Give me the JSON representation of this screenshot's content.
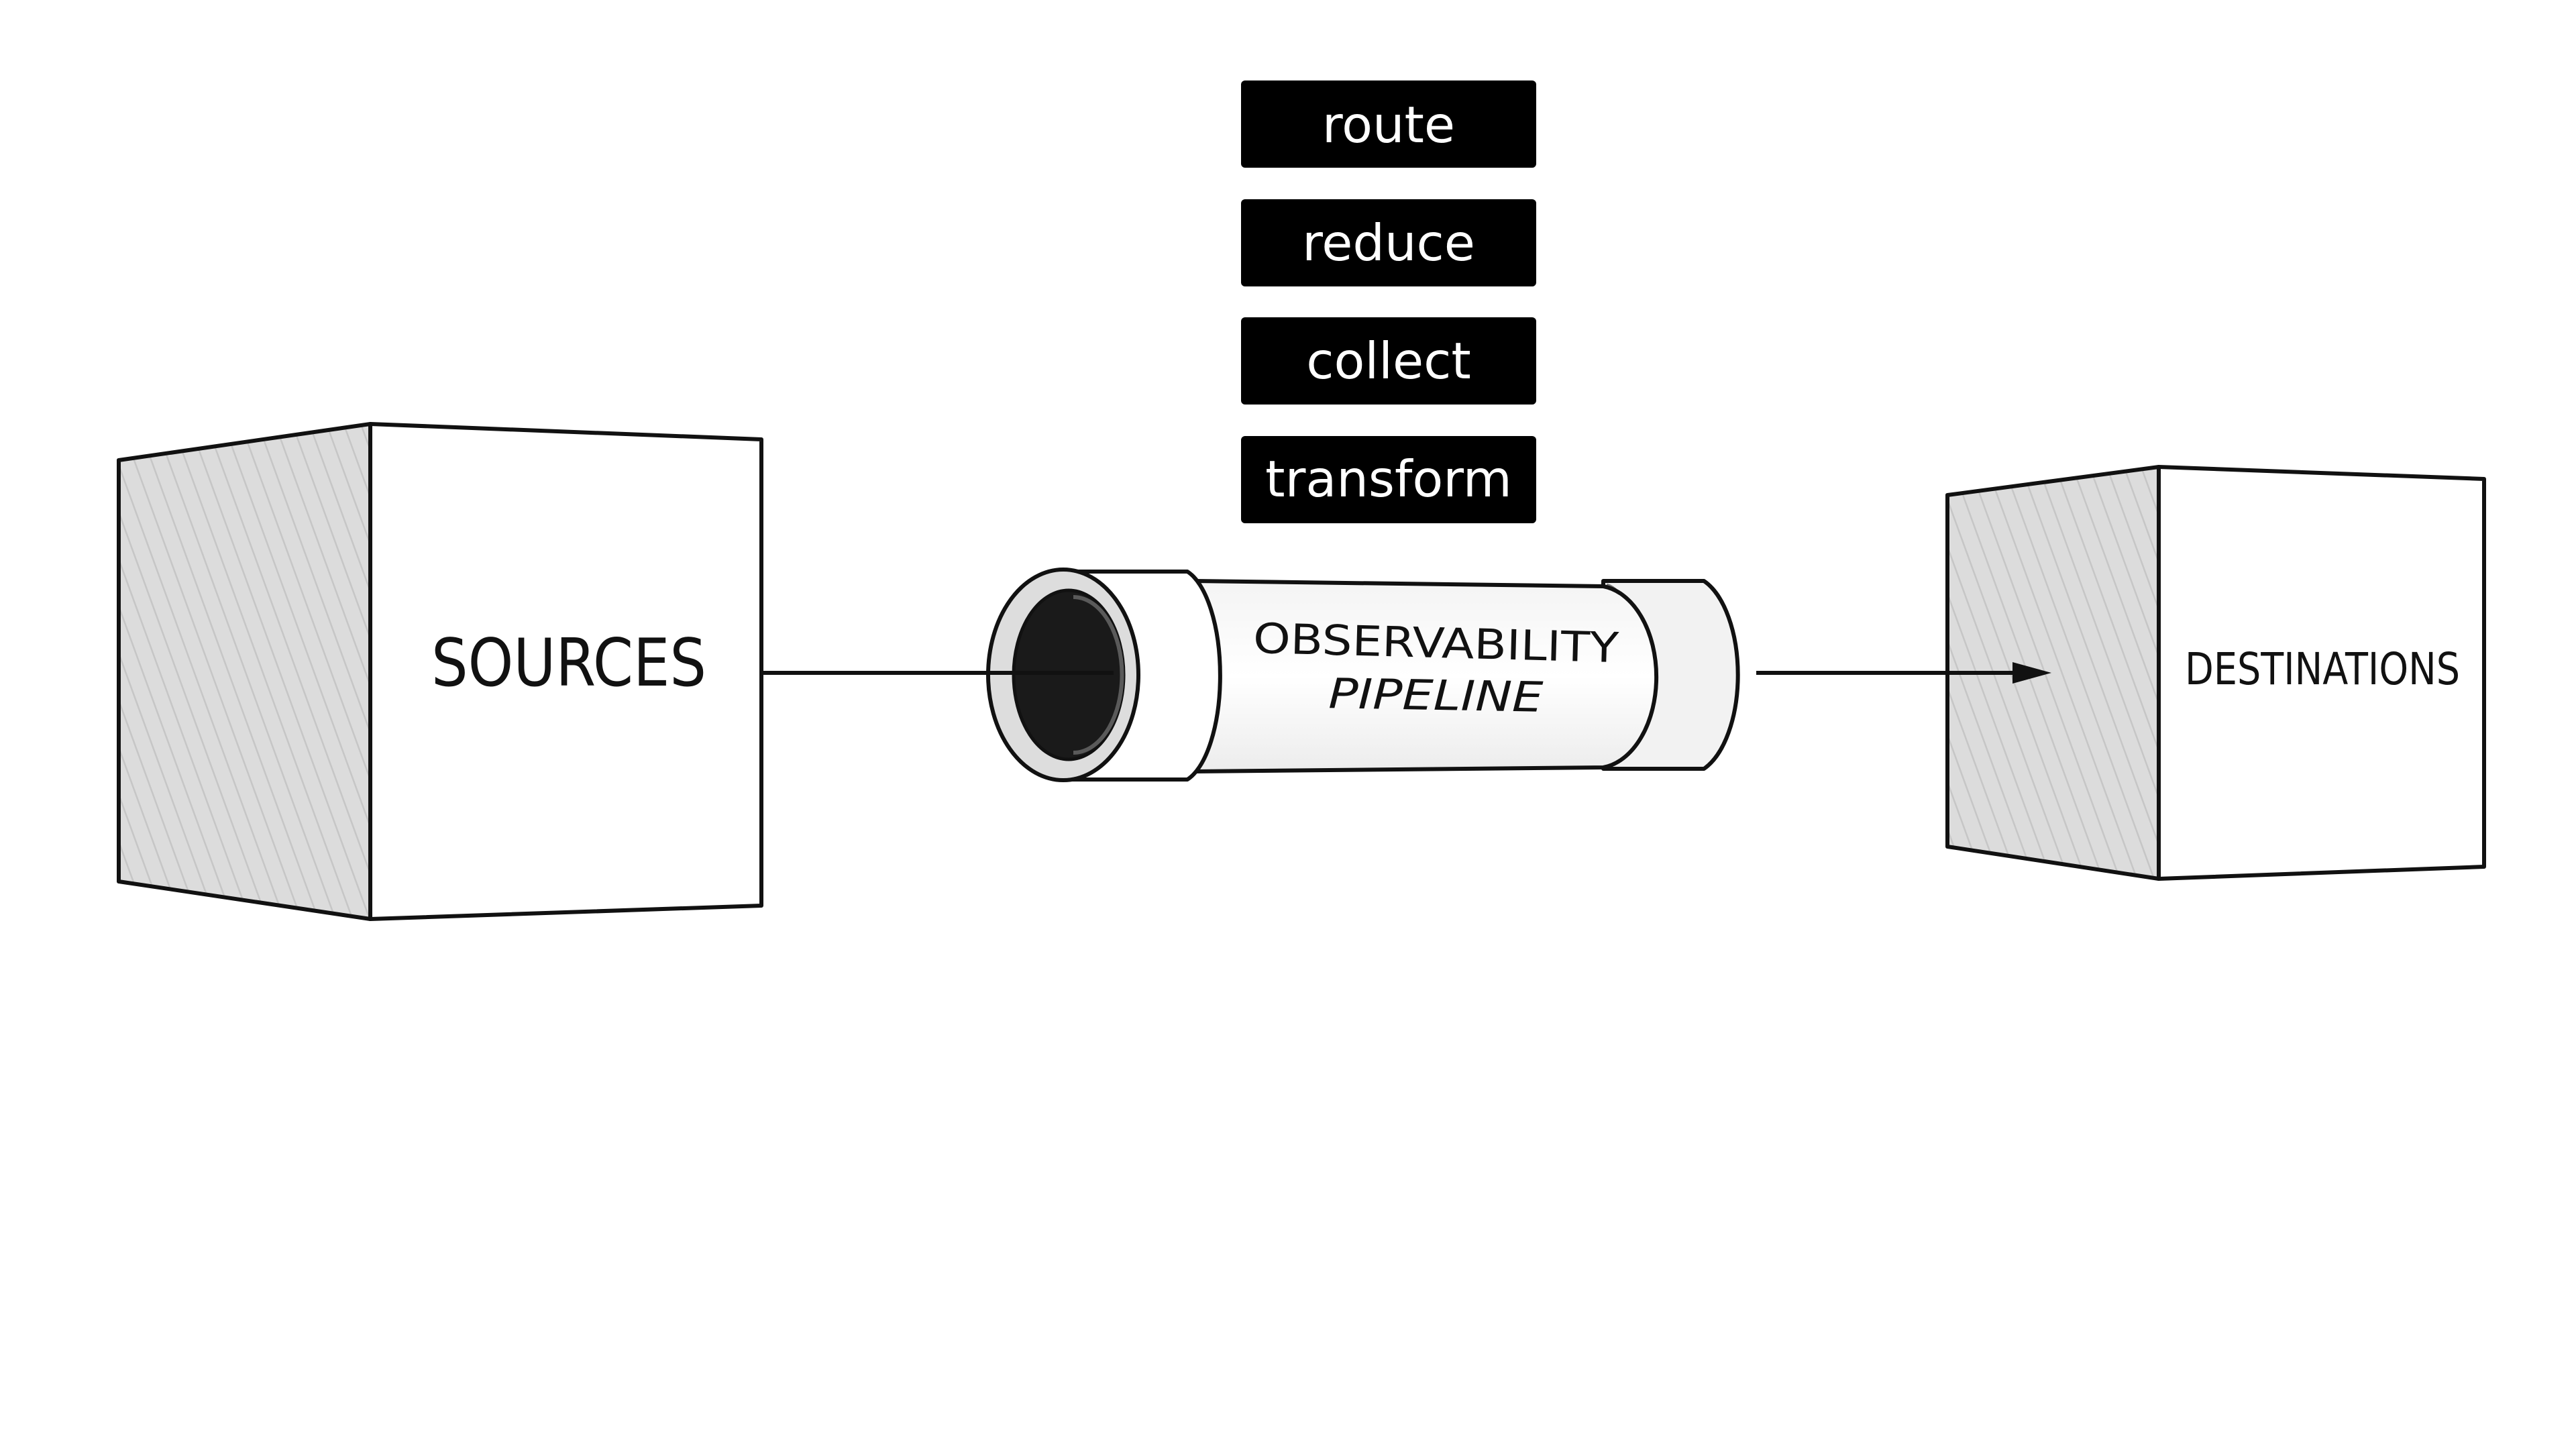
{
  "diagram": {
    "operations": [
      {
        "label": "route"
      },
      {
        "label": "reduce"
      },
      {
        "label": "collect"
      },
      {
        "label": "transform"
      }
    ],
    "sources": {
      "label": "SOURCES"
    },
    "pipeline": {
      "line1": "OBSERVABILITY",
      "line2": "PIPELINE"
    },
    "destinations": {
      "label": "DESTINATIONS"
    }
  }
}
